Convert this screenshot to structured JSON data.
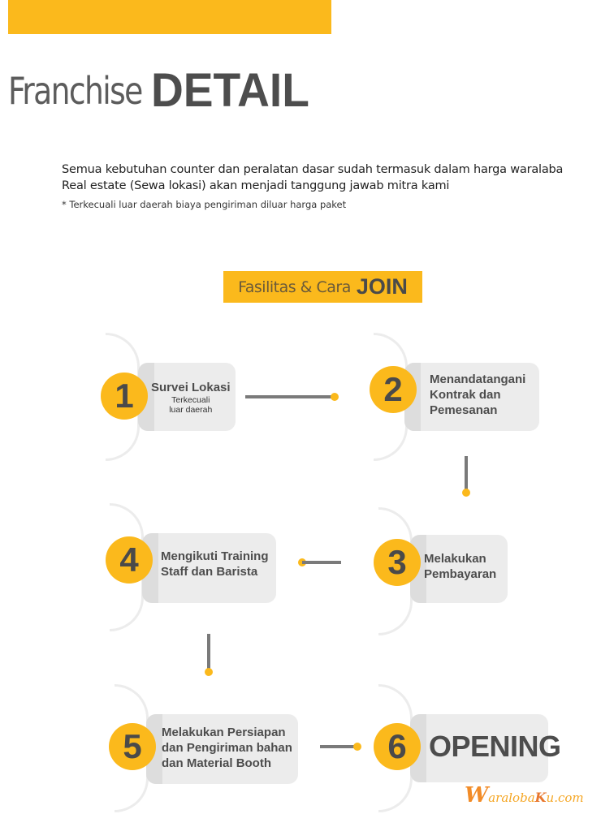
{
  "header": {
    "title_light": "Franchise",
    "title_bold": "DETAIL"
  },
  "intro": {
    "line1": "Semua kebutuhan counter dan peralatan dasar sudah termasuk dalam harga waralaba",
    "line2": "Real estate (Sewa lokasi) akan menjadi tanggung jawab mitra kami",
    "note": "* Terkecuali luar daerah biaya pengiriman diluar harga paket"
  },
  "join_banner": {
    "light": "Fasilitas & Cara",
    "bold": "JOIN"
  },
  "steps": [
    {
      "number": "1",
      "label": "Survei Lokasi",
      "sub_line1": "Terkecuali",
      "sub_line2": "luar daerah"
    },
    {
      "number": "2",
      "line1": "Menandatangani",
      "line2": "Kontrak dan",
      "line3": "Pemesanan"
    },
    {
      "number": "3",
      "line1": "Melakukan",
      "line2": "Pembayaran"
    },
    {
      "number": "4",
      "line1": "Mengikuti Training",
      "line2": "Staff dan Barista"
    },
    {
      "number": "5",
      "line1": "Melakukan Persiapan",
      "line2": "dan Pengiriman bahan",
      "line3": "dan Material Booth"
    },
    {
      "number": "6",
      "label": "OPENING"
    }
  ],
  "logo": {
    "w": "W",
    "mid": "araloba",
    "k": "K",
    "end": "u.com"
  },
  "colors": {
    "accent": "#fbb91c",
    "card": "#ececec",
    "connector": "#7a7a7a",
    "text_dark": "#4d4d4d"
  }
}
